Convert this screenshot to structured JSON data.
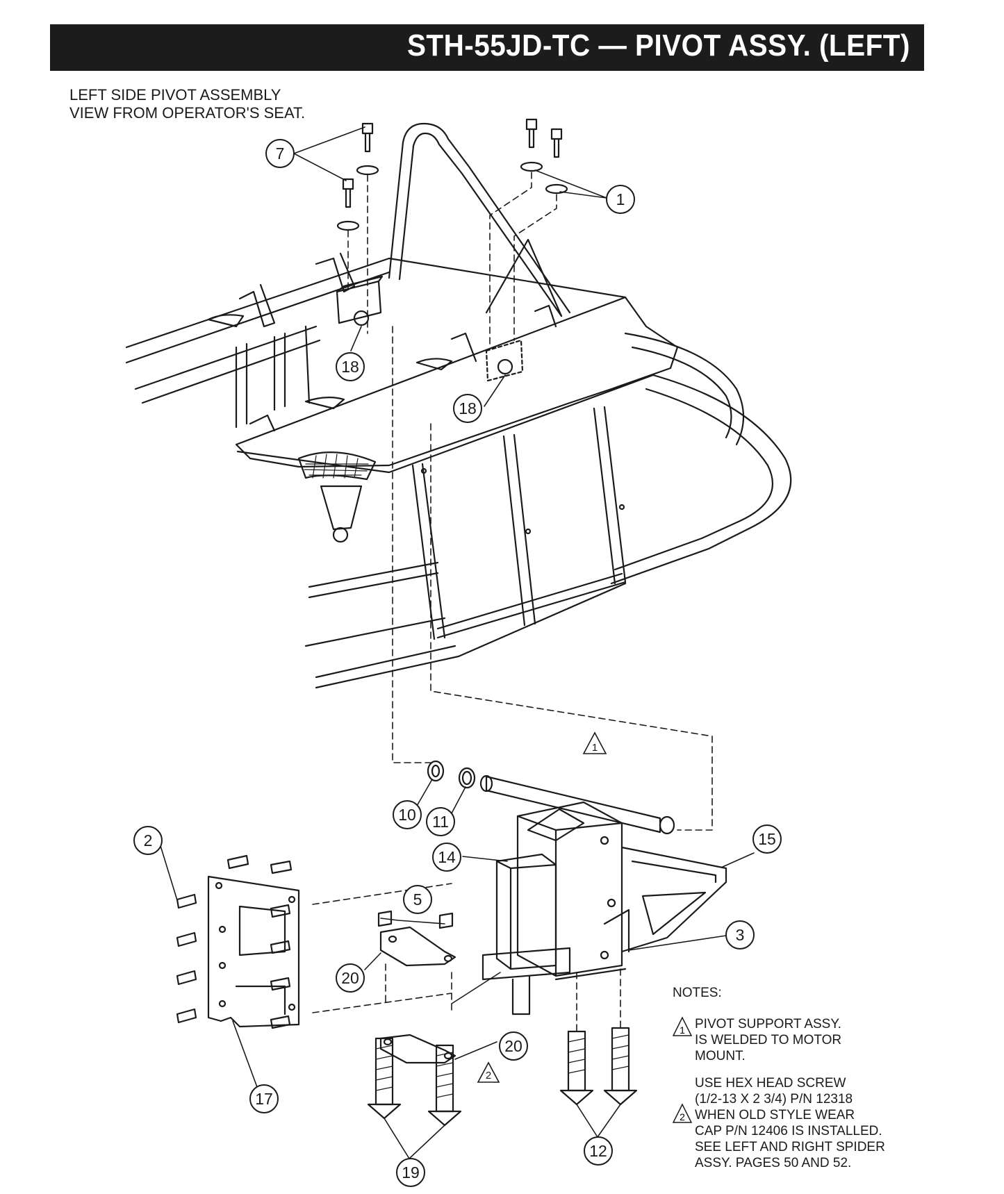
{
  "header": {
    "title": "STH-55JD-TC — PIVOT ASSY. (LEFT)"
  },
  "caption": {
    "line1": "LEFT SIDE PIVOT  ASSEMBLY",
    "line2": "VIEW FROM OPERATOR'S SEAT."
  },
  "callouts": {
    "c1": "1",
    "c2": "2",
    "c3": "3",
    "c5": "5",
    "c7": "7",
    "c10": "10",
    "c11": "11",
    "c12": "12",
    "c14": "14",
    "c15": "15",
    "c17": "17",
    "c18a": "18",
    "c18b": "18",
    "c19": "19",
    "c20a": "20",
    "c20b": "20",
    "tri1": "1",
    "tri2": "2"
  },
  "notes": {
    "heading": "NOTES:",
    "n1_marker": "1",
    "n1_lines": [
      "PIVOT SUPPORT ASSY.",
      "IS WELDED TO MOTOR",
      "MOUNT."
    ],
    "n2_marker": "2",
    "n2_lines": [
      "USE HEX HEAD SCREW",
      "(1/2-13 X 2 3/4) P/N 12318",
      "WHEN OLD STYLE WEAR",
      "CAP P/N 12406 IS INSTALLED.",
      "SEE LEFT AND RIGHT SPIDER",
      "ASSY. PAGES 50 AND 52."
    ]
  }
}
